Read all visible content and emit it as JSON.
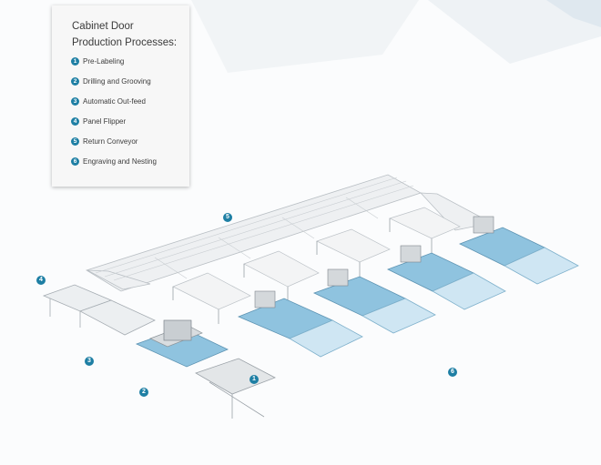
{
  "legend": {
    "title_line1": "Cabinet Door",
    "title_line2": "Production Processes:",
    "items": [
      {
        "number": "1",
        "label": "Pre-Labeling"
      },
      {
        "number": "2",
        "label": "Drilling and Grooving"
      },
      {
        "number": "3",
        "label": "Automatic Out-feed"
      },
      {
        "number": "4",
        "label": "Panel Flipper"
      },
      {
        "number": "5",
        "label": "Return Conveyor"
      },
      {
        "number": "6",
        "label": "Engraving and Nesting"
      }
    ]
  },
  "callouts": {
    "c1": "1",
    "c2": "2",
    "c3": "3",
    "c4": "4",
    "c5": "5",
    "c6": "6"
  },
  "colors": {
    "accent": "#1e7fa4",
    "machine_blue": "#8fc3df",
    "table_blue": "#cfe6f3",
    "conveyor_gray": "#e6e8ea"
  }
}
